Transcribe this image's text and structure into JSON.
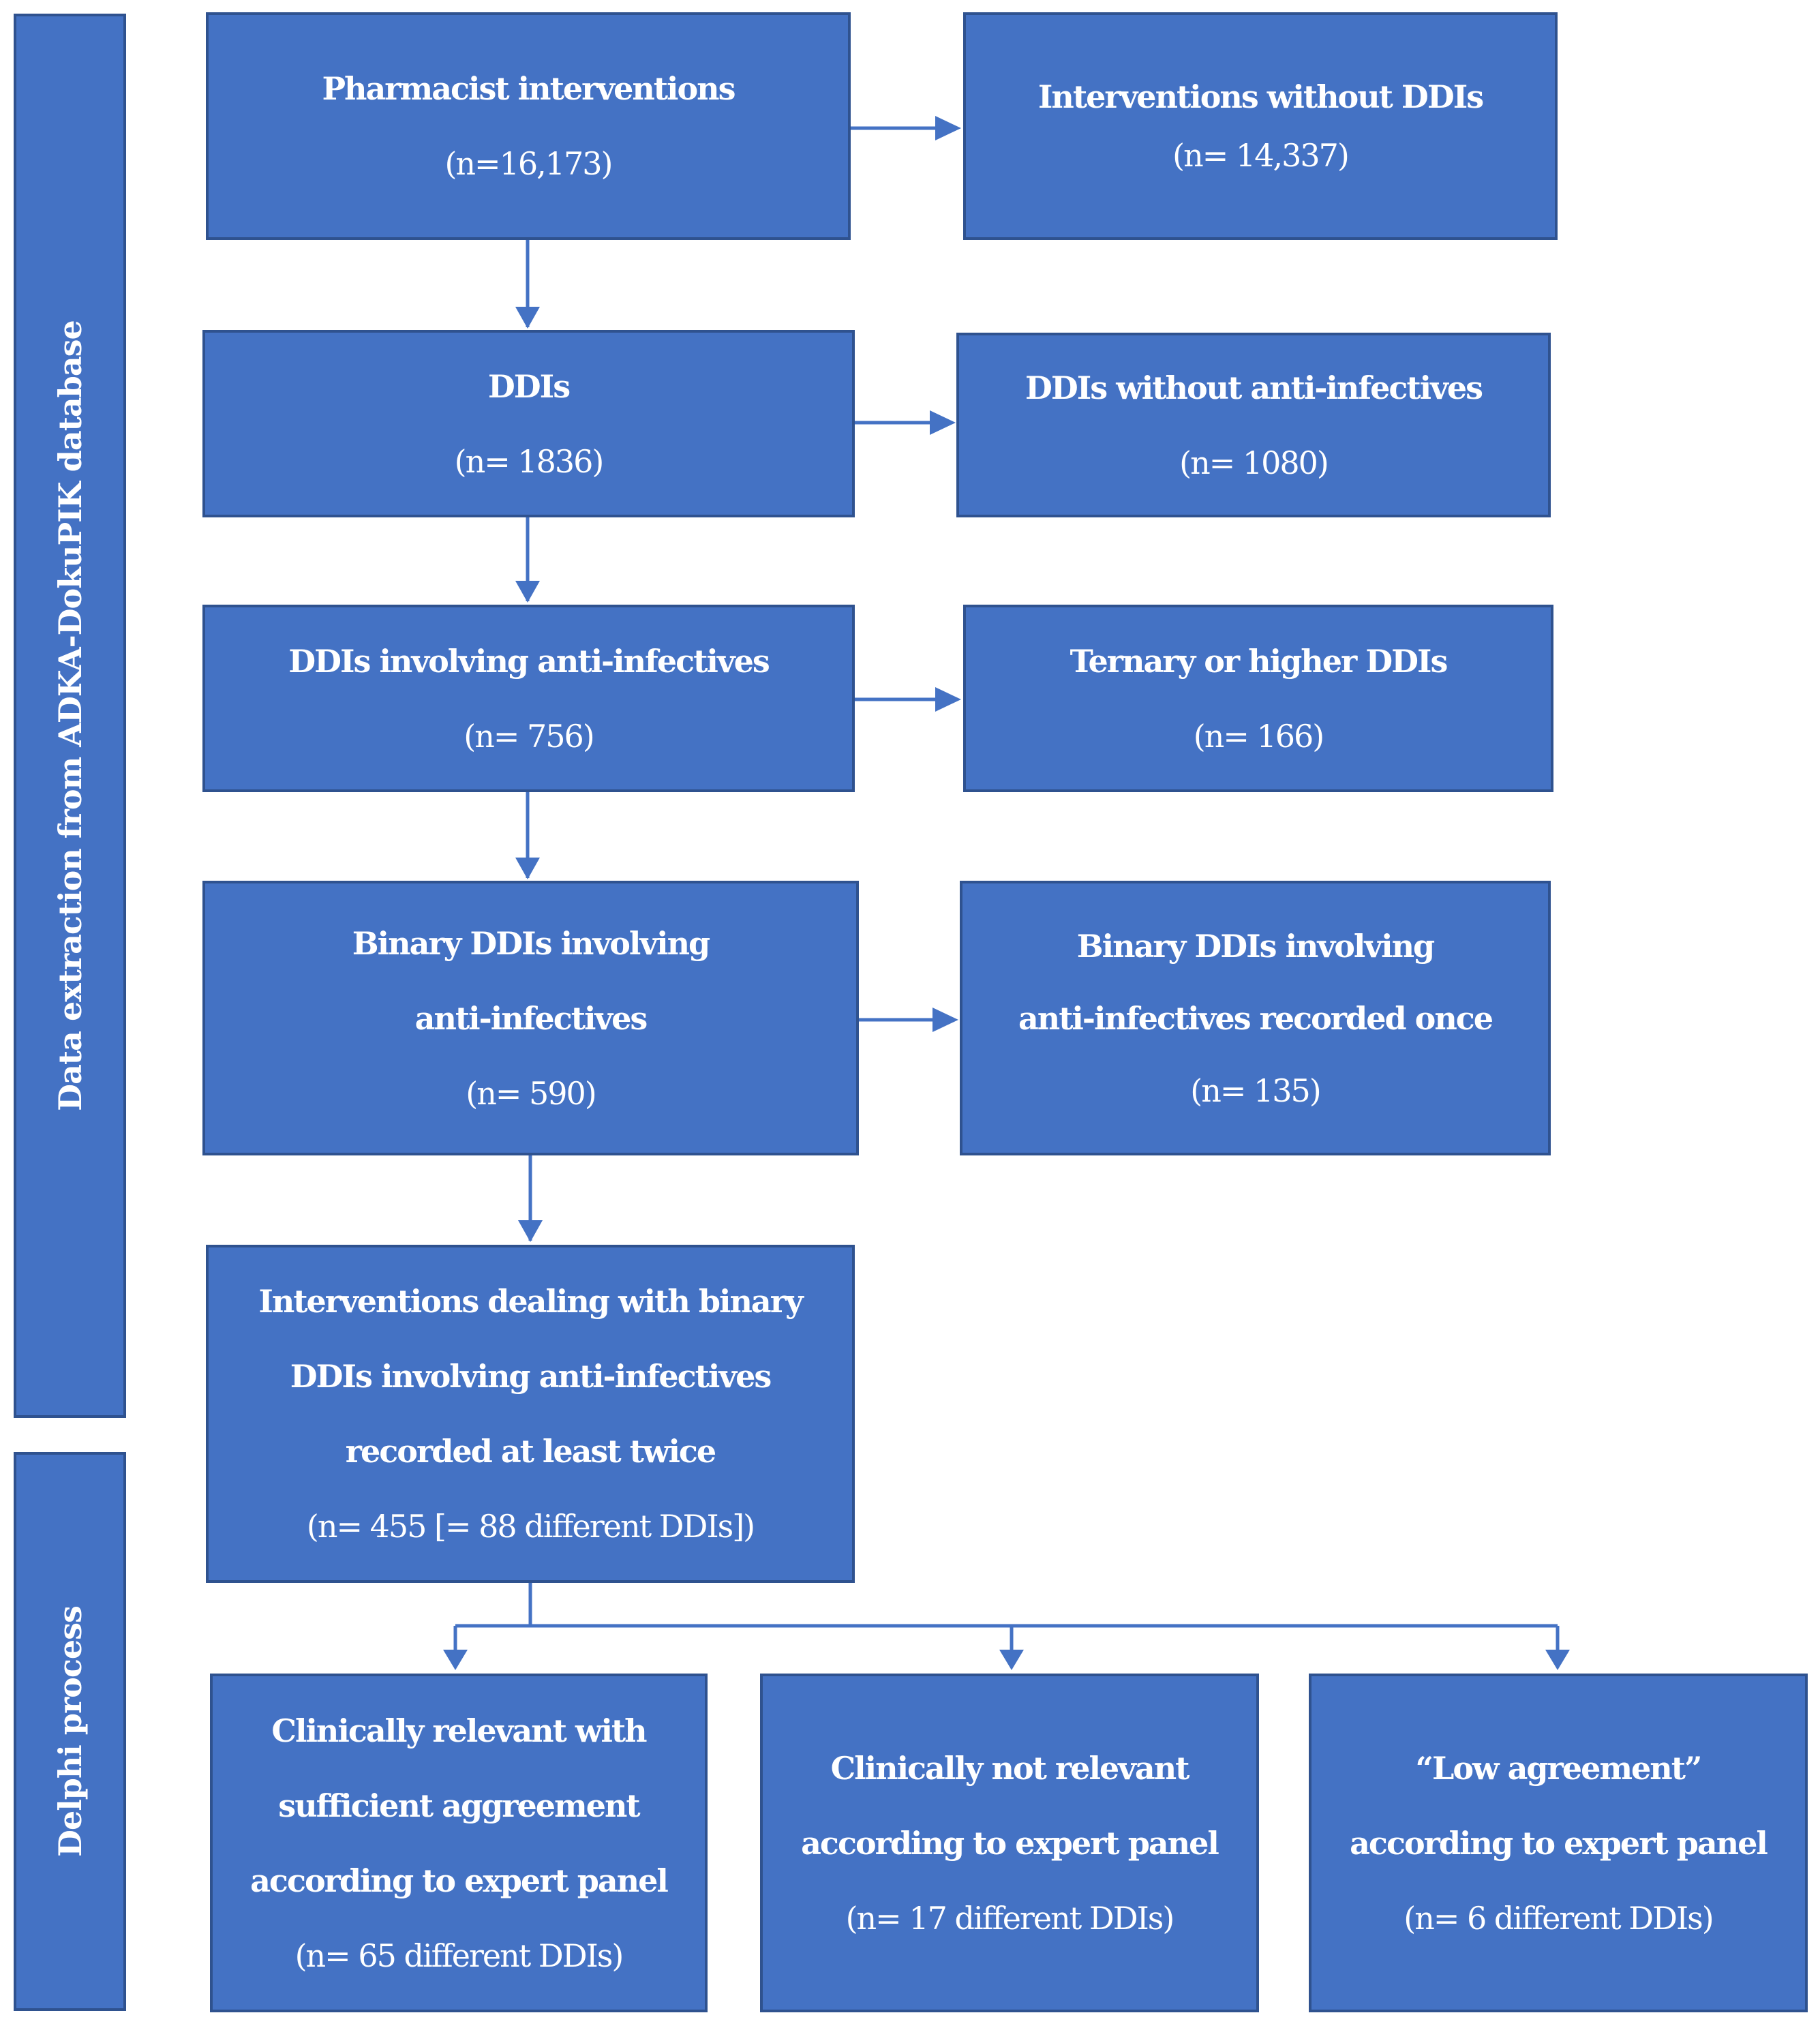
{
  "side_labels": {
    "extraction": "Data extraction from ADKA-DokuPIK database",
    "delphi": "Delphi process"
  },
  "boxes": {
    "pharmacist": {
      "title": "Pharmacist interventions",
      "count": "(n=16,173)"
    },
    "no_ddi": {
      "title": "Interventions without DDIs",
      "count": "(n= 14,337)"
    },
    "ddis": {
      "title": "DDIs",
      "count": "(n= 1836)"
    },
    "no_antiinf": {
      "title": "DDIs without anti-infectives",
      "count": "(n= 1080)"
    },
    "antiinf": {
      "title": "DDIs involving anti-infectives",
      "count": "(n= 756)"
    },
    "ternary": {
      "title": "Ternary or higher DDIs",
      "count": "(n= 166)"
    },
    "binary": {
      "line1": "Binary DDIs involving",
      "line2": "anti-infectives",
      "count": "(n= 590)"
    },
    "binary_once": {
      "line1": "Binary DDIs involving",
      "line2": "anti-infectives recorded once",
      "count": "(n= 135)"
    },
    "twice": {
      "line1": "Interventions dealing with binary",
      "line2": "DDIs involving anti-infectives",
      "line3": "recorded at least twice",
      "count": "(n= 455 [= 88 different DDIs])"
    },
    "relevant": {
      "line1": "Clinically relevant with",
      "line2": "sufficient aggreement",
      "line3": "according to expert panel",
      "count": "(n= 65 different DDIs)"
    },
    "not_relevant": {
      "line1": "Clinically not relevant",
      "line2": "according to expert panel",
      "count": "(n= 17 different DDIs)"
    },
    "low_agreement": {
      "line1": "“Low agreement”",
      "line2": "according to expert panel",
      "count": "(n= 6 different DDIs)"
    }
  },
  "colors": {
    "box_fill": "#4472C4",
    "box_border": "#2F528F",
    "arrow": "#4472C4",
    "text": "#FFFFFF"
  }
}
